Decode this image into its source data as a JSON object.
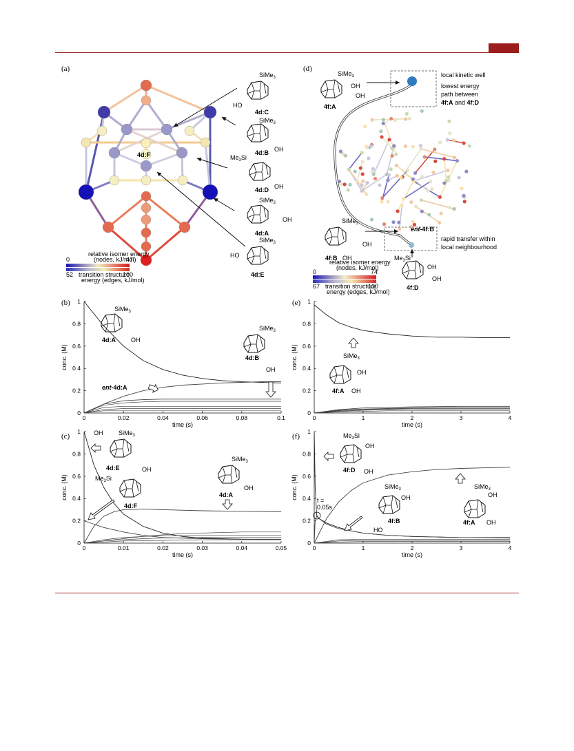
{
  "header": {
    "accent": "#9b1c1c"
  },
  "panels": {
    "a": "(a)",
    "b": "(b)",
    "c": "(c)",
    "d": "(d)",
    "e": "(e)",
    "f": "(f)"
  },
  "panel_a": {
    "labels": {
      "C": "4d:C",
      "B": "4d:B",
      "D": "4d:D",
      "A": "4d:A",
      "E": "4d:E",
      "F": "4d:F"
    },
    "sub": {
      "sime3": "SiMe",
      "me3si": "Me",
      "three": "3",
      "si": "Si",
      "oh": "OH",
      "ho": "HO"
    },
    "legend": {
      "top_title": "relative isomer energy",
      "top_unit": "(nodes, kJ/mol)",
      "top_min": "0",
      "top_max": "47",
      "bot_min": "52",
      "bot_title": "transition structure",
      "bot_unit": "energy (edges, kJ/mol)",
      "bot_max": "100"
    }
  },
  "panel_d": {
    "labels": {
      "A": "4f:A",
      "B": "4f:B",
      "D": "4f:D",
      "entB_pre": "ent",
      "entB_post": "-4f:B"
    },
    "notes": {
      "well": "local kinetic well",
      "path1": "lowest energy",
      "path2": "path between",
      "path3a": "4f:A",
      "path3b": " and ",
      "path3c": "4f:D",
      "rapid1": "rapid transfer within",
      "rapid2": "local neighbourhood"
    },
    "legend": {
      "top_title": "relative isomer energy",
      "top_unit": "(nodes, kJ/mol)",
      "top_min": "0",
      "top_max": "74",
      "bot_min": "67",
      "bot_title": "transition structure",
      "bot_unit": "energy (edges, kJ/mol)",
      "bot_max": "130"
    }
  },
  "chart_data": [
    {
      "id": "b",
      "type": "line",
      "xlabel": "time (s)",
      "ylabel": "conc. (M)",
      "xlim": [
        0,
        0.1
      ],
      "ylim": [
        0,
        1
      ],
      "xticks": [
        "0",
        "0.02",
        "0.04",
        "0.06",
        "0.08",
        "0.1"
      ],
      "yticks": [
        "0",
        "0.2",
        "0.4",
        "0.6",
        "0.8",
        "1"
      ],
      "labels": {
        "A": "4d:A",
        "B": "4d:B",
        "ent_pre": "ent",
        "ent_post": "-4d:A"
      },
      "series": [
        {
          "x": [
            0,
            0.01,
            0.02,
            0.03,
            0.04,
            0.05,
            0.06,
            0.07,
            0.08,
            0.09,
            0.1
          ],
          "y": [
            1.0,
            0.78,
            0.6,
            0.47,
            0.39,
            0.34,
            0.31,
            0.29,
            0.28,
            0.275,
            0.27
          ]
        },
        {
          "x": [
            0,
            0.01,
            0.02,
            0.03,
            0.04,
            0.05,
            0.06,
            0.07,
            0.08,
            0.09,
            0.1
          ],
          "y": [
            0,
            0.08,
            0.15,
            0.2,
            0.23,
            0.25,
            0.26,
            0.27,
            0.275,
            0.28,
            0.28
          ]
        },
        {
          "x": [
            0,
            0.01,
            0.02,
            0.03,
            0.04,
            0.05,
            0.06,
            0.07,
            0.08,
            0.09,
            0.1
          ],
          "y": [
            0,
            0.08,
            0.11,
            0.12,
            0.125,
            0.125,
            0.125,
            0.125,
            0.125,
            0.125,
            0.125
          ]
        },
        {
          "x": [
            0,
            0.01,
            0.02,
            0.03,
            0.04,
            0.05,
            0.06,
            0.07,
            0.08,
            0.09,
            0.1
          ],
          "y": [
            0,
            0.07,
            0.09,
            0.1,
            0.105,
            0.105,
            0.105,
            0.105,
            0.105,
            0.105,
            0.105
          ]
        },
        {
          "x": [
            0,
            0.01,
            0.02,
            0.03,
            0.04,
            0.05,
            0.06,
            0.07,
            0.08,
            0.09,
            0.1
          ],
          "y": [
            0,
            0.05,
            0.06,
            0.06,
            0.06,
            0.06,
            0.06,
            0.06,
            0.06,
            0.06,
            0.06
          ]
        },
        {
          "x": [
            0,
            0.01,
            0.02,
            0.03,
            0.04,
            0.05,
            0.06,
            0.07,
            0.08,
            0.09,
            0.1
          ],
          "y": [
            0,
            0.03,
            0.04,
            0.04,
            0.04,
            0.04,
            0.04,
            0.04,
            0.04,
            0.04,
            0.04
          ]
        },
        {
          "x": [
            0,
            0.01,
            0.02,
            0.03,
            0.04,
            0.05,
            0.06,
            0.07,
            0.08,
            0.09,
            0.1
          ],
          "y": [
            0,
            0.02,
            0.02,
            0.02,
            0.02,
            0.02,
            0.02,
            0.02,
            0.02,
            0.02,
            0.02
          ]
        }
      ]
    },
    {
      "id": "c",
      "type": "line",
      "xlabel": "time (s)",
      "ylabel": "conc. (M)",
      "xlim": [
        0,
        0.05
      ],
      "ylim": [
        0,
        1
      ],
      "xticks": [
        "0",
        "0.01",
        "0.02",
        "0.03",
        "0.04",
        "0.05"
      ],
      "yticks": [
        "0",
        "0.2",
        "0.4",
        "0.6",
        "0.8",
        "1"
      ],
      "labels": {
        "E": "4d:E",
        "F": "4d:F",
        "A": "4d:A"
      },
      "series": [
        {
          "x": [
            0,
            0.0025,
            0.005,
            0.0075,
            0.01,
            0.015,
            0.02,
            0.025,
            0.03,
            0.04,
            0.05
          ],
          "y": [
            1.0,
            0.7,
            0.5,
            0.36,
            0.26,
            0.15,
            0.09,
            0.06,
            0.045,
            0.035,
            0.03
          ]
        },
        {
          "x": [
            0,
            0.0025,
            0.005,
            0.0075,
            0.01,
            0.015,
            0.02,
            0.03,
            0.04,
            0.05
          ],
          "y": [
            0,
            0.15,
            0.24,
            0.28,
            0.3,
            0.305,
            0.3,
            0.29,
            0.285,
            0.28
          ]
        },
        {
          "x": [
            0,
            0.0025,
            0.005,
            0.01,
            0.015,
            0.02,
            0.03,
            0.04,
            0.05
          ],
          "y": [
            0.2,
            0.17,
            0.14,
            0.1,
            0.07,
            0.05,
            0.04,
            0.035,
            0.035
          ]
        },
        {
          "x": [
            0,
            0.005,
            0.01,
            0.015,
            0.02,
            0.025,
            0.03,
            0.04,
            0.05
          ],
          "y": [
            0,
            0.02,
            0.04,
            0.06,
            0.075,
            0.085,
            0.09,
            0.1,
            0.1
          ]
        },
        {
          "x": [
            0,
            0.005,
            0.01,
            0.015,
            0.02,
            0.03,
            0.04,
            0.05
          ],
          "y": [
            0,
            0.03,
            0.05,
            0.06,
            0.065,
            0.07,
            0.07,
            0.07
          ]
        },
        {
          "x": [
            0,
            0.005,
            0.01,
            0.015,
            0.02,
            0.03,
            0.04,
            0.05
          ],
          "y": [
            0,
            0.02,
            0.03,
            0.04,
            0.045,
            0.05,
            0.05,
            0.05
          ]
        },
        {
          "x": [
            0,
            0.005,
            0.01,
            0.02,
            0.03,
            0.04,
            0.05
          ],
          "y": [
            0,
            0.01,
            0.02,
            0.025,
            0.03,
            0.03,
            0.03
          ]
        }
      ]
    },
    {
      "id": "e",
      "type": "line",
      "xlabel": "time (s)",
      "ylabel": "conc. (M)",
      "xlim": [
        0,
        4
      ],
      "ylim": [
        0,
        1
      ],
      "xticks": [
        "0",
        "1",
        "2",
        "3",
        "4"
      ],
      "yticks": [
        "0",
        "0.2",
        "0.4",
        "0.6",
        "0.8",
        "1"
      ],
      "labels": {
        "A": "4f:A"
      },
      "series": [
        {
          "x": [
            0,
            0.25,
            0.5,
            0.75,
            1,
            1.5,
            2,
            2.5,
            3,
            3.5,
            4
          ],
          "y": [
            0.97,
            0.88,
            0.81,
            0.77,
            0.74,
            0.71,
            0.69,
            0.68,
            0.68,
            0.675,
            0.675
          ]
        },
        {
          "x": [
            0,
            0.5,
            1,
            1.5,
            2,
            3,
            4
          ],
          "y": [
            0,
            0.03,
            0.045,
            0.05,
            0.055,
            0.06,
            0.06
          ]
        },
        {
          "x": [
            0,
            0.5,
            1,
            1.5,
            2,
            3,
            4
          ],
          "y": [
            0,
            0.025,
            0.035,
            0.04,
            0.045,
            0.05,
            0.05
          ]
        },
        {
          "x": [
            0,
            0.5,
            1,
            1.5,
            2,
            3,
            4
          ],
          "y": [
            0,
            0.02,
            0.03,
            0.035,
            0.04,
            0.04,
            0.04
          ]
        },
        {
          "x": [
            0,
            0.5,
            1,
            1.5,
            2,
            3,
            4
          ],
          "y": [
            0,
            0.015,
            0.025,
            0.03,
            0.03,
            0.03,
            0.03
          ]
        },
        {
          "x": [
            0,
            0.5,
            1,
            1.5,
            2,
            3,
            4
          ],
          "y": [
            0,
            0.01,
            0.015,
            0.02,
            0.02,
            0.02,
            0.02
          ]
        }
      ]
    },
    {
      "id": "f",
      "type": "line",
      "xlabel": "time (s)",
      "ylabel": "conc. (M)",
      "xlim": [
        0,
        4
      ],
      "ylim": [
        0,
        1
      ],
      "xticks": [
        "0",
        "1",
        "2",
        "3",
        "4"
      ],
      "yticks": [
        "0",
        "0.2",
        "0.4",
        "0.6",
        "0.8",
        "1"
      ],
      "labels": {
        "D": "4f:D",
        "B": "4f:B",
        "A": "4f:A",
        "t1": "t =",
        "t2": "0.05s"
      },
      "series": [
        {
          "x": [
            0,
            0.02,
            0.05,
            0.1,
            0.25,
            0.5,
            0.75,
            1,
            1.5,
            2,
            2.5,
            3,
            4
          ],
          "y": [
            1.0,
            0.5,
            0.25,
            0.22,
            0.18,
            0.14,
            0.11,
            0.09,
            0.07,
            0.06,
            0.055,
            0.05,
            0.05
          ]
        },
        {
          "x": [
            0,
            0.25,
            0.5,
            0.75,
            1,
            1.5,
            2,
            2.5,
            3,
            3.5,
            4
          ],
          "y": [
            0,
            0.22,
            0.37,
            0.47,
            0.54,
            0.61,
            0.64,
            0.66,
            0.67,
            0.675,
            0.68
          ]
        },
        {
          "x": [
            0,
            0.02,
            0.05,
            0.1,
            0.25,
            0.5,
            1,
            1.5,
            2,
            3,
            4
          ],
          "y": [
            0,
            0.2,
            0.24,
            0.22,
            0.17,
            0.13,
            0.09,
            0.07,
            0.06,
            0.05,
            0.045
          ]
        },
        {
          "x": [
            0,
            0.5,
            1,
            1.5,
            2,
            3,
            4
          ],
          "y": [
            0,
            0.03,
            0.035,
            0.035,
            0.035,
            0.035,
            0.035
          ]
        },
        {
          "x": [
            0,
            0.5,
            1,
            1.5,
            2,
            3,
            4
          ],
          "y": [
            0,
            0.02,
            0.025,
            0.025,
            0.025,
            0.025,
            0.025
          ]
        },
        {
          "x": [
            0,
            0.5,
            1,
            1.5,
            2,
            3,
            4
          ],
          "y": [
            0,
            0.01,
            0.015,
            0.015,
            0.015,
            0.015,
            0.015
          ]
        }
      ]
    }
  ]
}
